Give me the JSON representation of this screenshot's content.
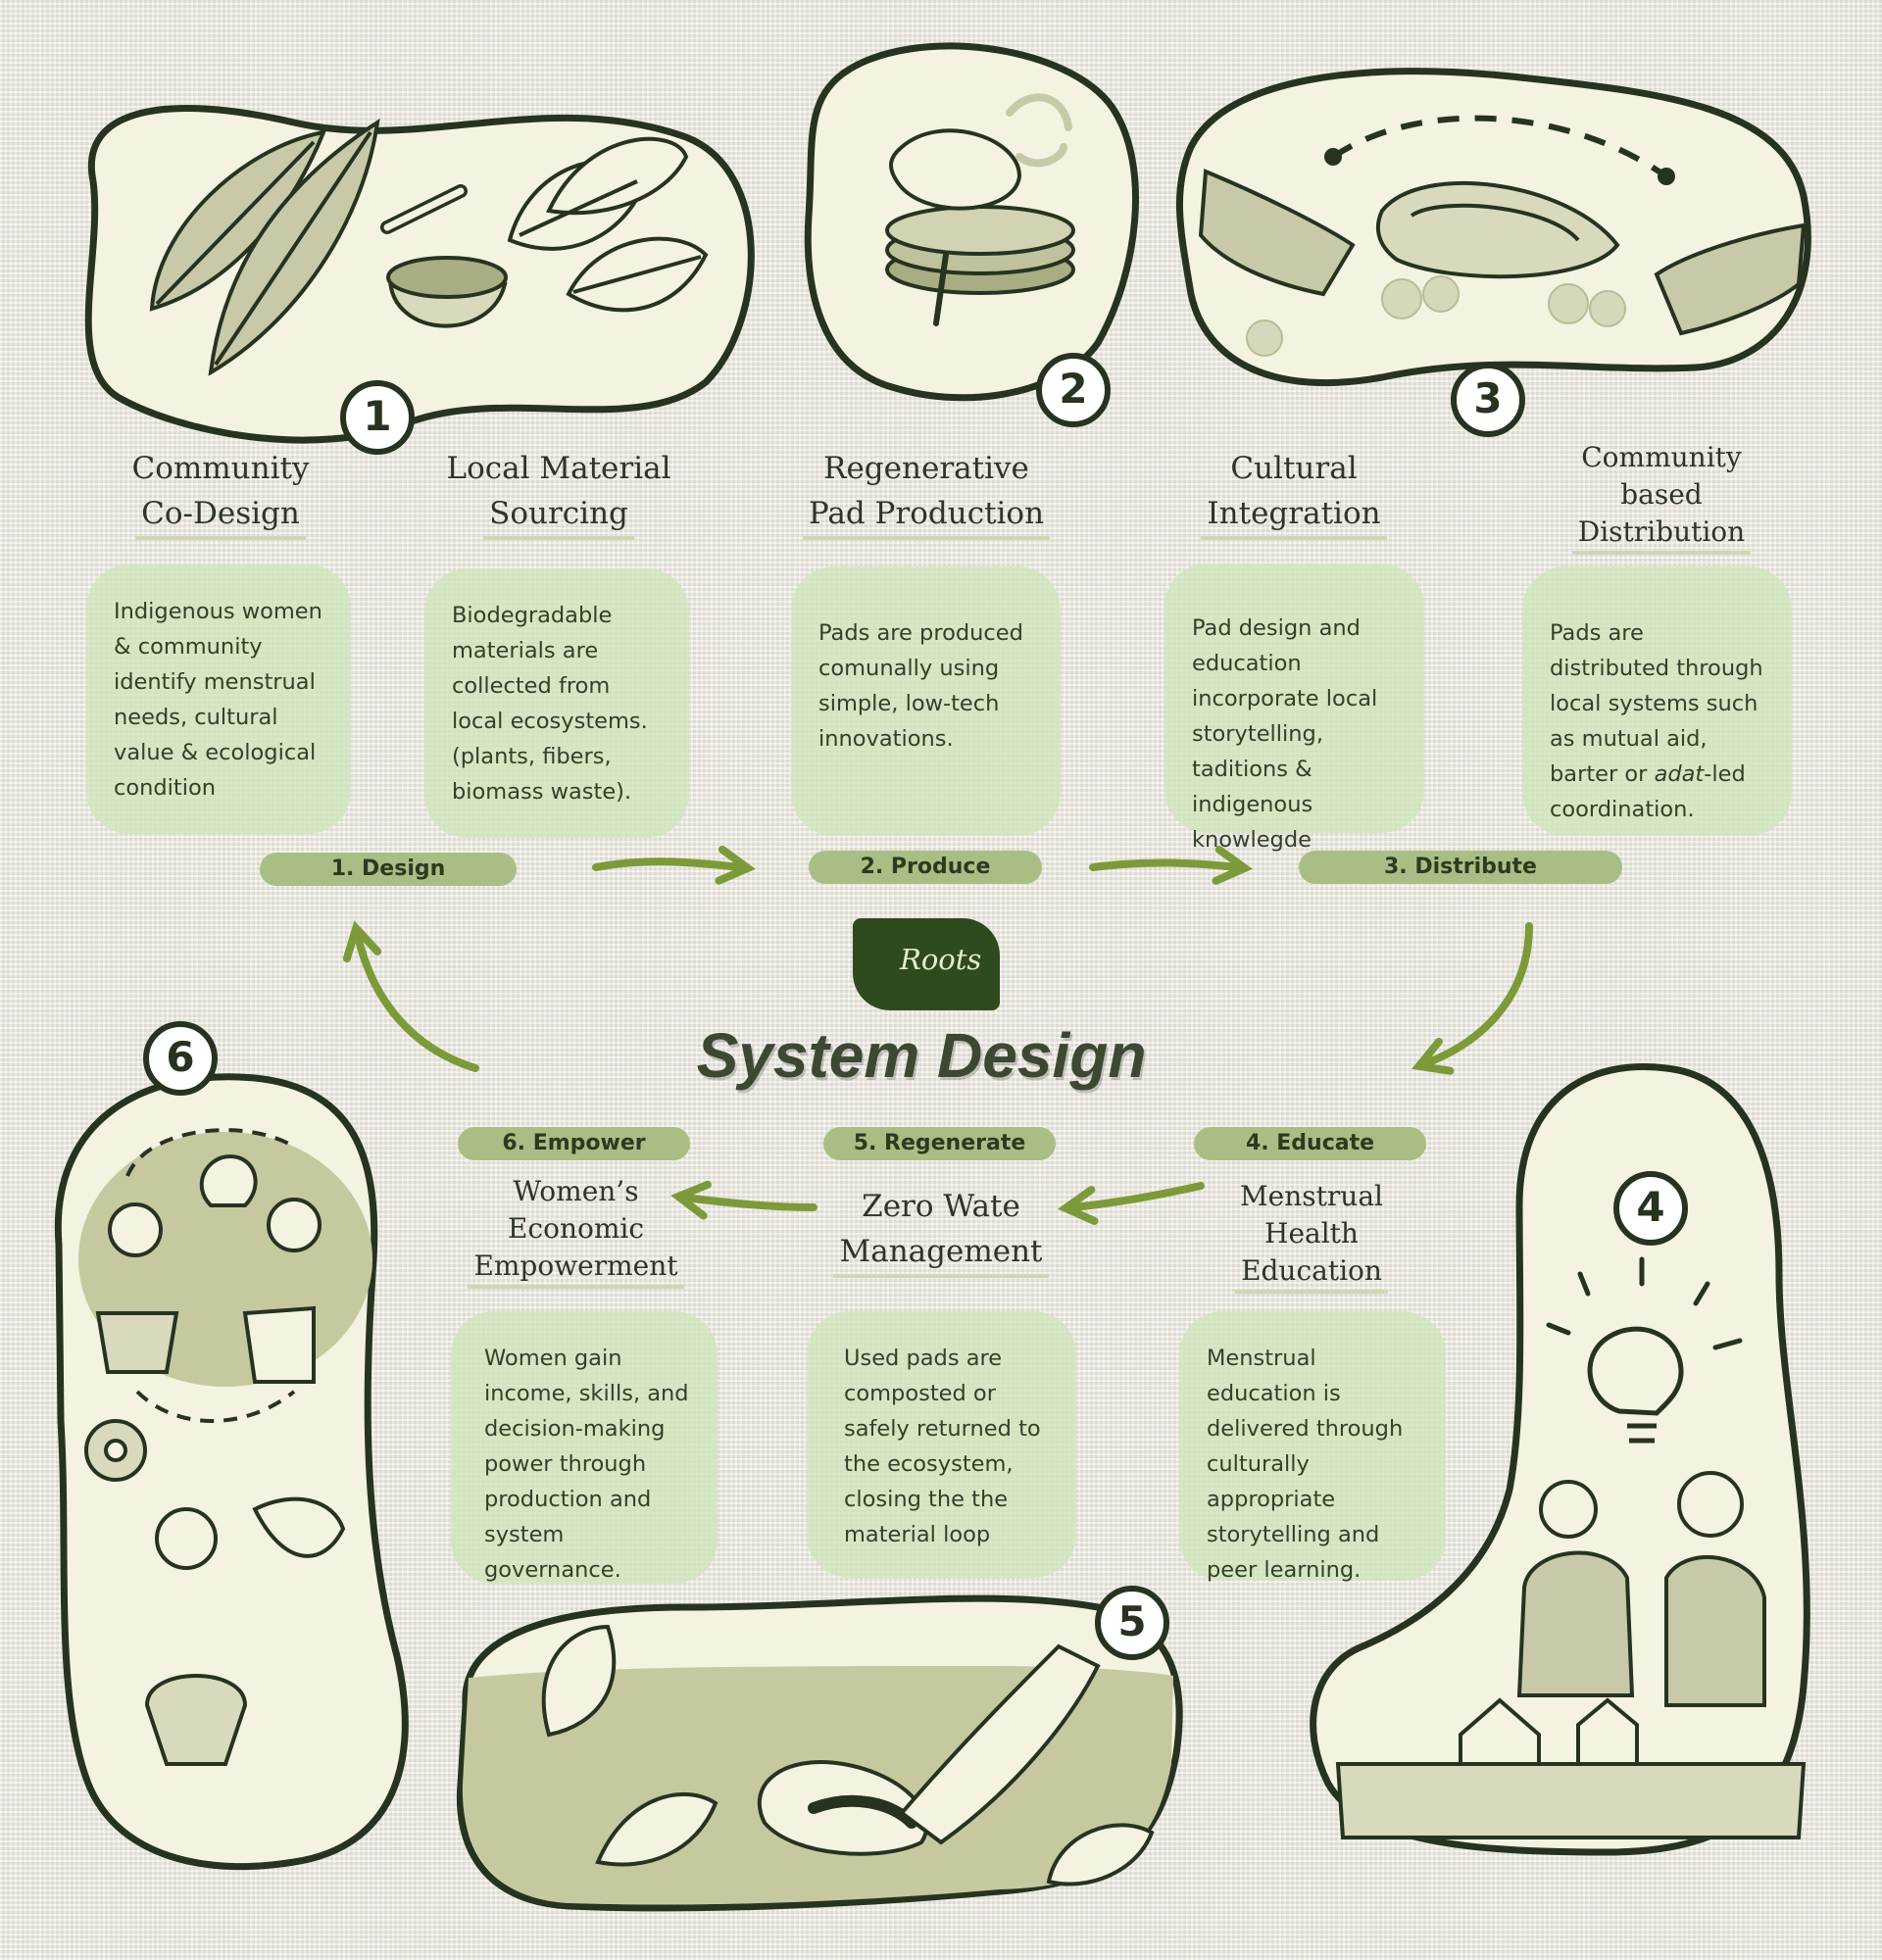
{
  "title": "System Design",
  "logo": {
    "text": "Roots"
  },
  "stages": {
    "design": {
      "label": "1. Design",
      "number": "1",
      "steps": [
        {
          "title_line1": "Community",
          "title_line2": "Co-Design",
          "text": "Indigenous women & community identify menstrual needs, cultural value & ecological condition"
        },
        {
          "title_line1": "Local Material",
          "title_line2": "Sourcing",
          "text": "Biodegradable materials are collected from local ecosystems. (plants, fibers, biomass waste)."
        }
      ]
    },
    "produce": {
      "label": "2. Produce",
      "number": "2",
      "title_line1": "Regenerative",
      "title_line2": "Pad Production",
      "text": "Pads are produced comunally using simple, low-tech innovations."
    },
    "distribute": {
      "label": "3. Distribute",
      "number": "3",
      "steps": [
        {
          "title_line1": "Cultural",
          "title_line2": "Integration",
          "text": "Pad design and education incorporate local storytelling, taditions & indigenous knowlegde"
        },
        {
          "title_line1": "Community",
          "title_line2": "based",
          "title_line3": "Distribution",
          "text_before": "Pads are distributed through local systems such as mutual aid, barter or ",
          "text_italic": "adat",
          "text_after": "-led coordination."
        }
      ]
    },
    "educate": {
      "label": "4. Educate",
      "number": "4",
      "title_line1": "Menstrual",
      "title_line2": "Health",
      "title_line3": "Education",
      "text": "Menstrual education is delivered through culturally appropriate storytelling and peer learning."
    },
    "regenerate": {
      "label": "5. Regenerate",
      "number": "5",
      "title_line1": "Zero Wate",
      "title_line2": "Management",
      "text": "Used pads are composted or safely returned to the ecosystem, closing the the material loop"
    },
    "empower": {
      "label": "6. Empower",
      "number": "6",
      "title_line1": "Women’s",
      "title_line2": "Economic",
      "title_line3": "Empowerment",
      "text": "Women gain income, skills, and decision-making power through production and system governance."
    }
  },
  "colors": {
    "outline": "#273320",
    "blob_fill": "#f4f2e1",
    "card_fill": "#cfe6ba",
    "pill_fill": "#a9be84",
    "arrow": "#7d9a3a",
    "logo_bg": "#2e4a1e"
  }
}
